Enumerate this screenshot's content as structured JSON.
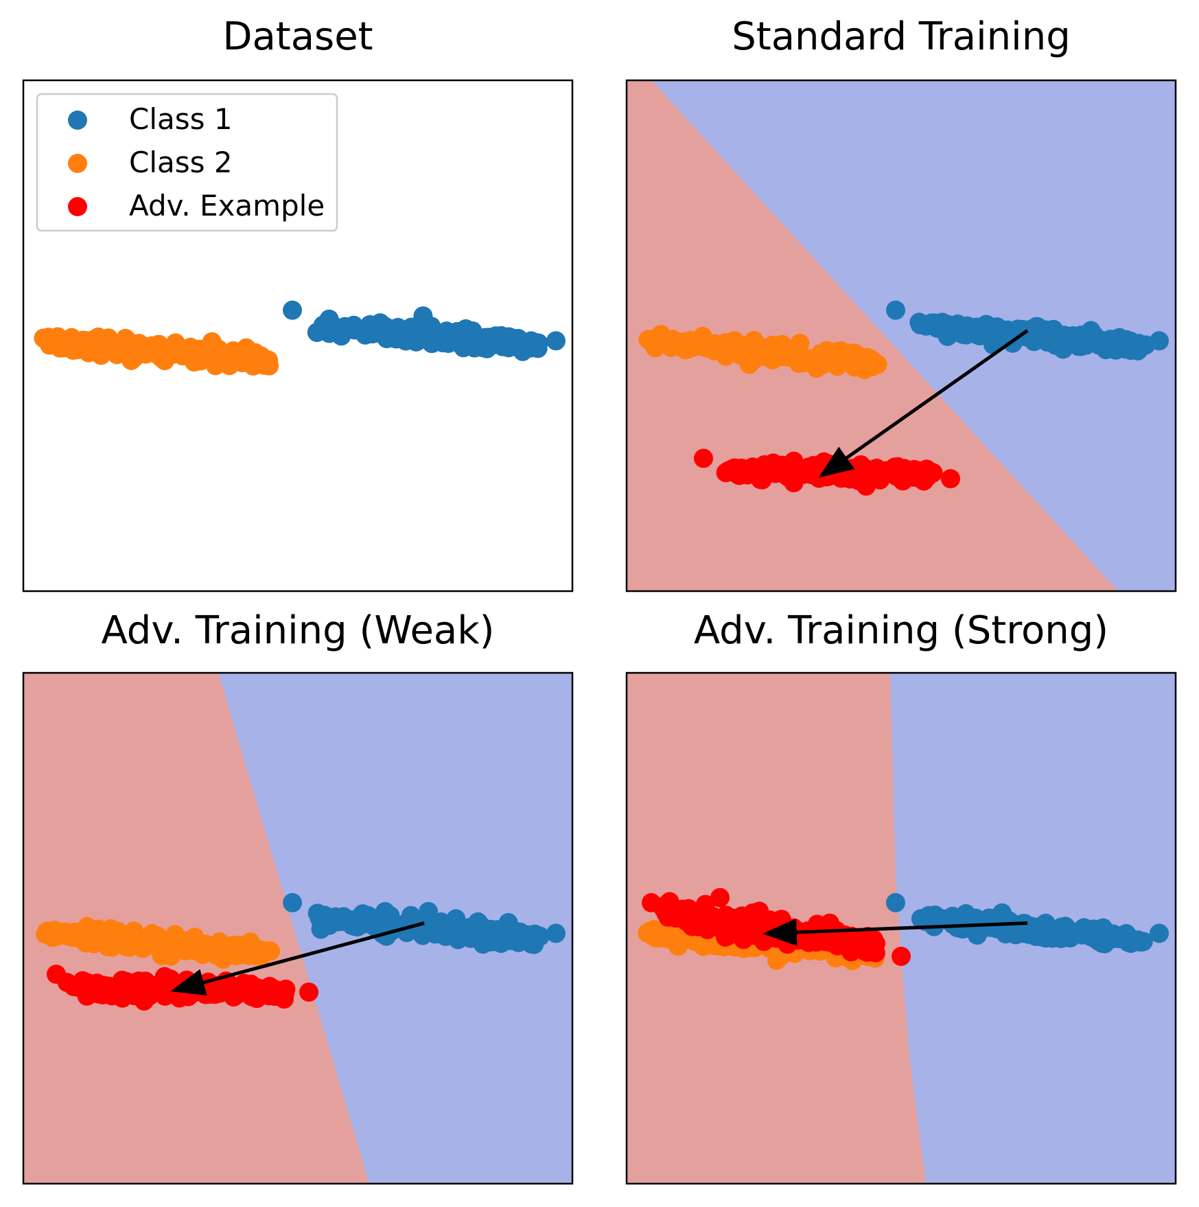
{
  "colors": {
    "class1": "#1f77b4",
    "class2": "#ff7f0e",
    "adv": "#ff0000",
    "region_class2": "#e4a09d",
    "region_class1": "#a7b2e8",
    "arrow": "#000000"
  },
  "legend": {
    "placement": "upper-left",
    "items": [
      {
        "label": "Class 1",
        "color_key": "class1"
      },
      {
        "label": "Class 2",
        "color_key": "class2"
      },
      {
        "label": "Adv. Example",
        "color_key": "adv"
      }
    ]
  },
  "chart_data": [
    {
      "type": "scatter",
      "title": "Dataset",
      "xlim": [
        0,
        10
      ],
      "ylim": [
        0,
        10
      ],
      "axes_ticks": false,
      "decision_regions": null,
      "series": [
        {
          "name": "Class 1",
          "color_key": "class1",
          "band": {
            "x_start": 5.4,
            "y_start": 5.2,
            "x_end": 9.4,
            "y_end": 4.8,
            "spread": 0.22
          },
          "points": [
            [
              4.9,
              5.5
            ],
            [
              9.7,
              4.9
            ]
          ]
        },
        {
          "name": "Class 2",
          "color_key": "class2",
          "band": {
            "x_start": 0.4,
            "y_start": 4.9,
            "x_end": 4.5,
            "y_end": 4.5,
            "spread": 0.22
          },
          "points": []
        }
      ],
      "arrow": null
    },
    {
      "type": "scatter",
      "title": "Standard Training",
      "xlim": [
        0,
        10
      ],
      "ylim": [
        0,
        10
      ],
      "axes_ticks": false,
      "decision_regions": {
        "boundary": [
          [
            0.45,
            10
          ],
          [
            8.95,
            0
          ]
        ]
      },
      "series": [
        {
          "name": "Class 1",
          "color_key": "class1",
          "band": {
            "x_start": 5.4,
            "y_start": 5.2,
            "x_end": 9.4,
            "y_end": 4.8,
            "spread": 0.22
          },
          "points": [
            [
              4.9,
              5.5
            ],
            [
              9.7,
              4.9
            ]
          ]
        },
        {
          "name": "Class 2",
          "color_key": "class2",
          "band": {
            "x_start": 0.4,
            "y_start": 4.9,
            "x_end": 4.5,
            "y_end": 4.5,
            "spread": 0.22
          },
          "points": []
        },
        {
          "name": "Adv. Example",
          "color_key": "adv",
          "band": {
            "x_start": 1.8,
            "y_start": 2.35,
            "x_end": 5.6,
            "y_end": 2.3,
            "spread": 0.22
          },
          "points": [
            [
              1.4,
              2.6
            ],
            [
              5.9,
              2.2
            ]
          ]
        }
      ],
      "arrow": {
        "from": [
          7.3,
          5.1
        ],
        "to": [
          3.6,
          2.3
        ]
      }
    },
    {
      "type": "scatter",
      "title": "Adv. Training (Weak)",
      "xlim": [
        0,
        10
      ],
      "ylim": [
        0,
        10
      ],
      "axes_ticks": false,
      "decision_regions": {
        "boundary": [
          [
            3.55,
            10
          ],
          [
            6.3,
            0
          ]
        ]
      },
      "series": [
        {
          "name": "Class 1",
          "color_key": "class1",
          "band": {
            "x_start": 5.4,
            "y_start": 5.2,
            "x_end": 9.4,
            "y_end": 4.8,
            "spread": 0.22
          },
          "points": [
            [
              4.9,
              5.5
            ],
            [
              9.7,
              4.9
            ]
          ]
        },
        {
          "name": "Class 2",
          "color_key": "class2",
          "band": {
            "x_start": 0.4,
            "y_start": 4.9,
            "x_end": 4.5,
            "y_end": 4.5,
            "spread": 0.22
          },
          "points": []
        },
        {
          "name": "Adv. Example",
          "color_key": "adv",
          "band": {
            "x_start": 0.9,
            "y_start": 3.85,
            "x_end": 4.8,
            "y_end": 3.75,
            "spread": 0.22
          },
          "points": [
            [
              0.6,
              4.1
            ],
            [
              5.2,
              3.75
            ]
          ]
        }
      ],
      "arrow": {
        "from": [
          7.3,
          5.1
        ],
        "to": [
          2.8,
          3.8
        ]
      }
    },
    {
      "type": "scatter",
      "title": "Adv. Training (Strong)",
      "xlim": [
        0,
        10
      ],
      "ylim": [
        0,
        10
      ],
      "axes_ticks": false,
      "decision_regions": {
        "boundary": [
          [
            4.8,
            10
          ],
          [
            4.9,
            6
          ],
          [
            5.0,
            4.5
          ],
          [
            5.15,
            2.5
          ],
          [
            5.45,
            0
          ]
        ]
      },
      "series": [
        {
          "name": "Class 1",
          "color_key": "class1",
          "band": {
            "x_start": 5.4,
            "y_start": 5.2,
            "x_end": 9.4,
            "y_end": 4.8,
            "spread": 0.22
          },
          "points": [
            [
              4.9,
              5.5
            ],
            [
              9.7,
              4.9
            ]
          ]
        },
        {
          "name": "Class 2",
          "color_key": "class2",
          "band": {
            "x_start": 0.4,
            "y_start": 4.9,
            "x_end": 4.5,
            "y_end": 4.5,
            "spread": 0.22
          },
          "points": []
        },
        {
          "name": "Adv. Example",
          "color_key": "adv",
          "band": {
            "x_start": 0.7,
            "y_start": 5.3,
            "x_end": 4.5,
            "y_end": 4.65,
            "spread": 0.32
          },
          "points": [
            [
              0.45,
              5.5
            ],
            [
              5.0,
              4.45
            ],
            [
              3.7,
              5.1
            ],
            [
              1.7,
              5.6
            ],
            [
              2.3,
              5.3
            ]
          ]
        }
      ],
      "arrow": {
        "from": [
          7.3,
          5.1
        ],
        "to": [
          2.6,
          4.9
        ]
      }
    }
  ]
}
